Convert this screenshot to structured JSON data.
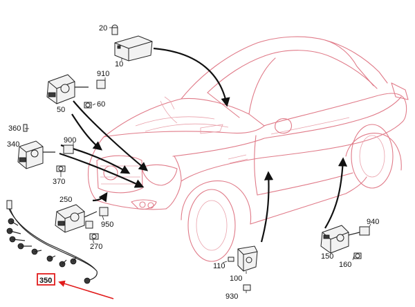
{
  "labels": {
    "p20": "20",
    "p10": "10",
    "p910": "910",
    "p50": "50",
    "p60": "60",
    "p360": "360",
    "p340": "340",
    "p900": "900",
    "p370": "370",
    "p250": "250",
    "p950": "950",
    "p270": "270",
    "p350": "350",
    "p110": "110",
    "p100": "100",
    "p930": "930",
    "p940": "940",
    "p150": "150",
    "p160": "160"
  },
  "colors": {
    "vehicle_outline": "#e07a88",
    "highlight": "#e11b1b",
    "linework": "#111111"
  }
}
